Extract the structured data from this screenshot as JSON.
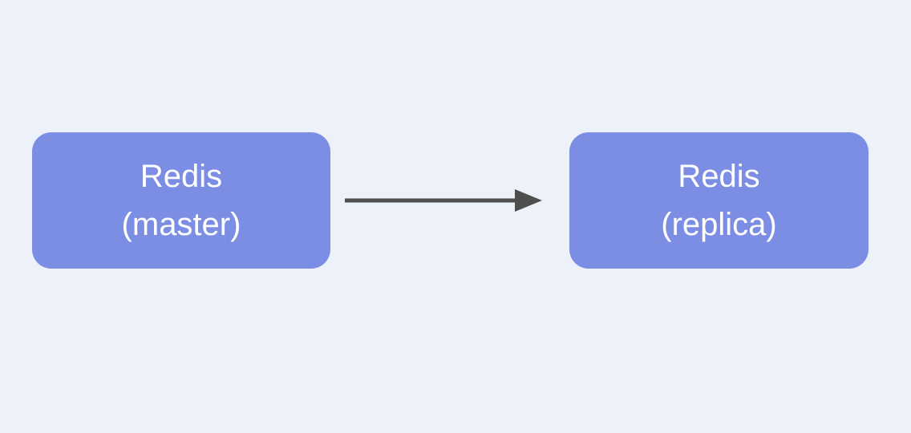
{
  "diagram": {
    "nodes": [
      {
        "id": "redis-master",
        "line1": "Redis",
        "line2": "(master)"
      },
      {
        "id": "redis-replica",
        "line1": "Redis",
        "line2": "(replica)"
      }
    ],
    "edge": {
      "from": "redis-master",
      "to": "redis-replica",
      "type": "solid-arrow-right"
    },
    "colors": {
      "background": "#edf1fa",
      "node_fill": "#7c8de4",
      "node_text": "#ffffff",
      "arrow": "#4e4e4e"
    }
  }
}
